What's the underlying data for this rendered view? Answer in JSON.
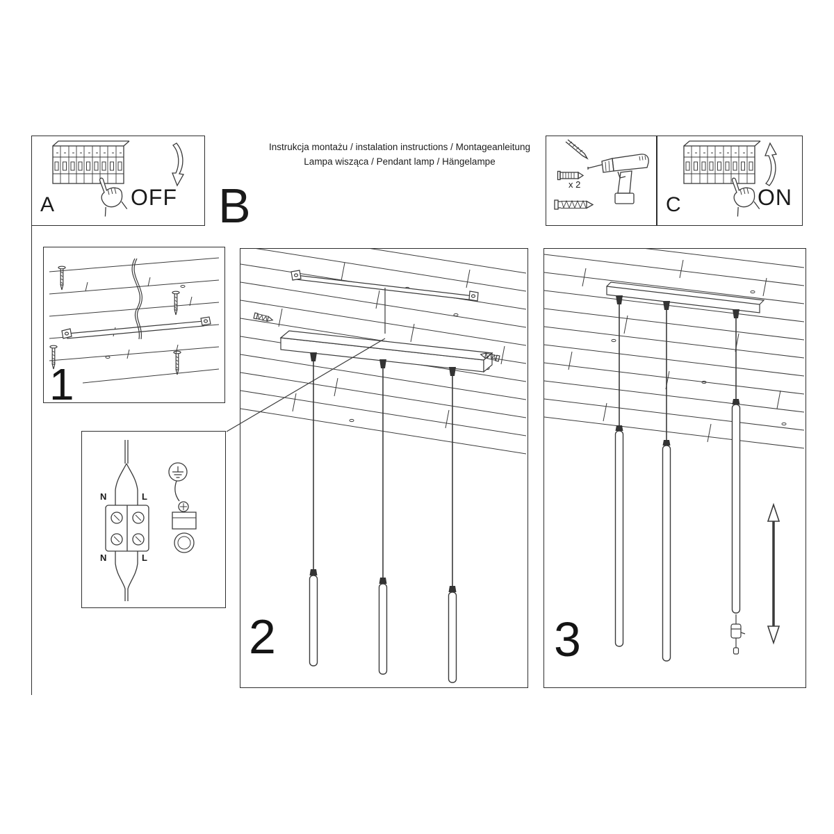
{
  "header": {
    "title_line1": "Instrukcja montażu / instalation instructions / Montageanleitung",
    "title_line2": "Lampa wisząca / Pendant lamp / Hängelampe",
    "panel_a": {
      "label": "A",
      "switch_state": "OFF"
    },
    "section_b": {
      "label": "B"
    },
    "tools": {
      "anchor_quantity": "x 2"
    },
    "panel_c": {
      "label": "C",
      "switch_state": "ON"
    }
  },
  "steps": {
    "step1": {
      "number": "1"
    },
    "step2": {
      "number": "2"
    },
    "step3": {
      "number": "3"
    }
  },
  "wiring_labels": {
    "top_left": "N",
    "top_right": "L",
    "bottom_left": "N",
    "bottom_right": "L"
  },
  "colors": {
    "line": "#3a3a3a",
    "text": "#1a1a1a",
    "background": "#ffffff"
  }
}
